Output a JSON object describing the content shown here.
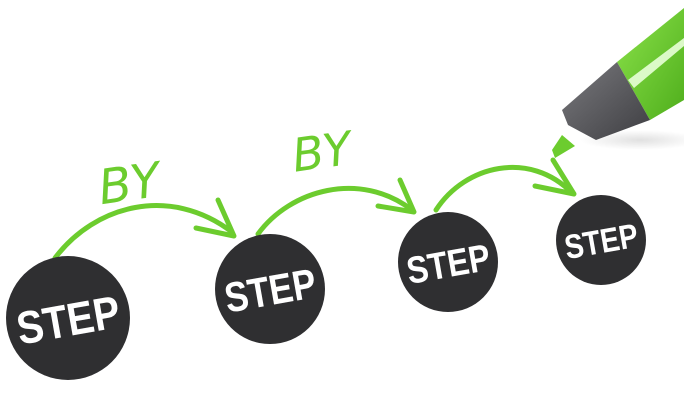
{
  "illustration": {
    "words": {
      "step_1": "STEP",
      "by_1": "BY",
      "step_2": "STEP",
      "by_2": "BY",
      "step_3": "STEP",
      "step_4": "STEP"
    },
    "colors": {
      "accent_green": "#6ccc2e",
      "badge": "#2f2f31",
      "pen_cap": "#5c5c60"
    }
  }
}
